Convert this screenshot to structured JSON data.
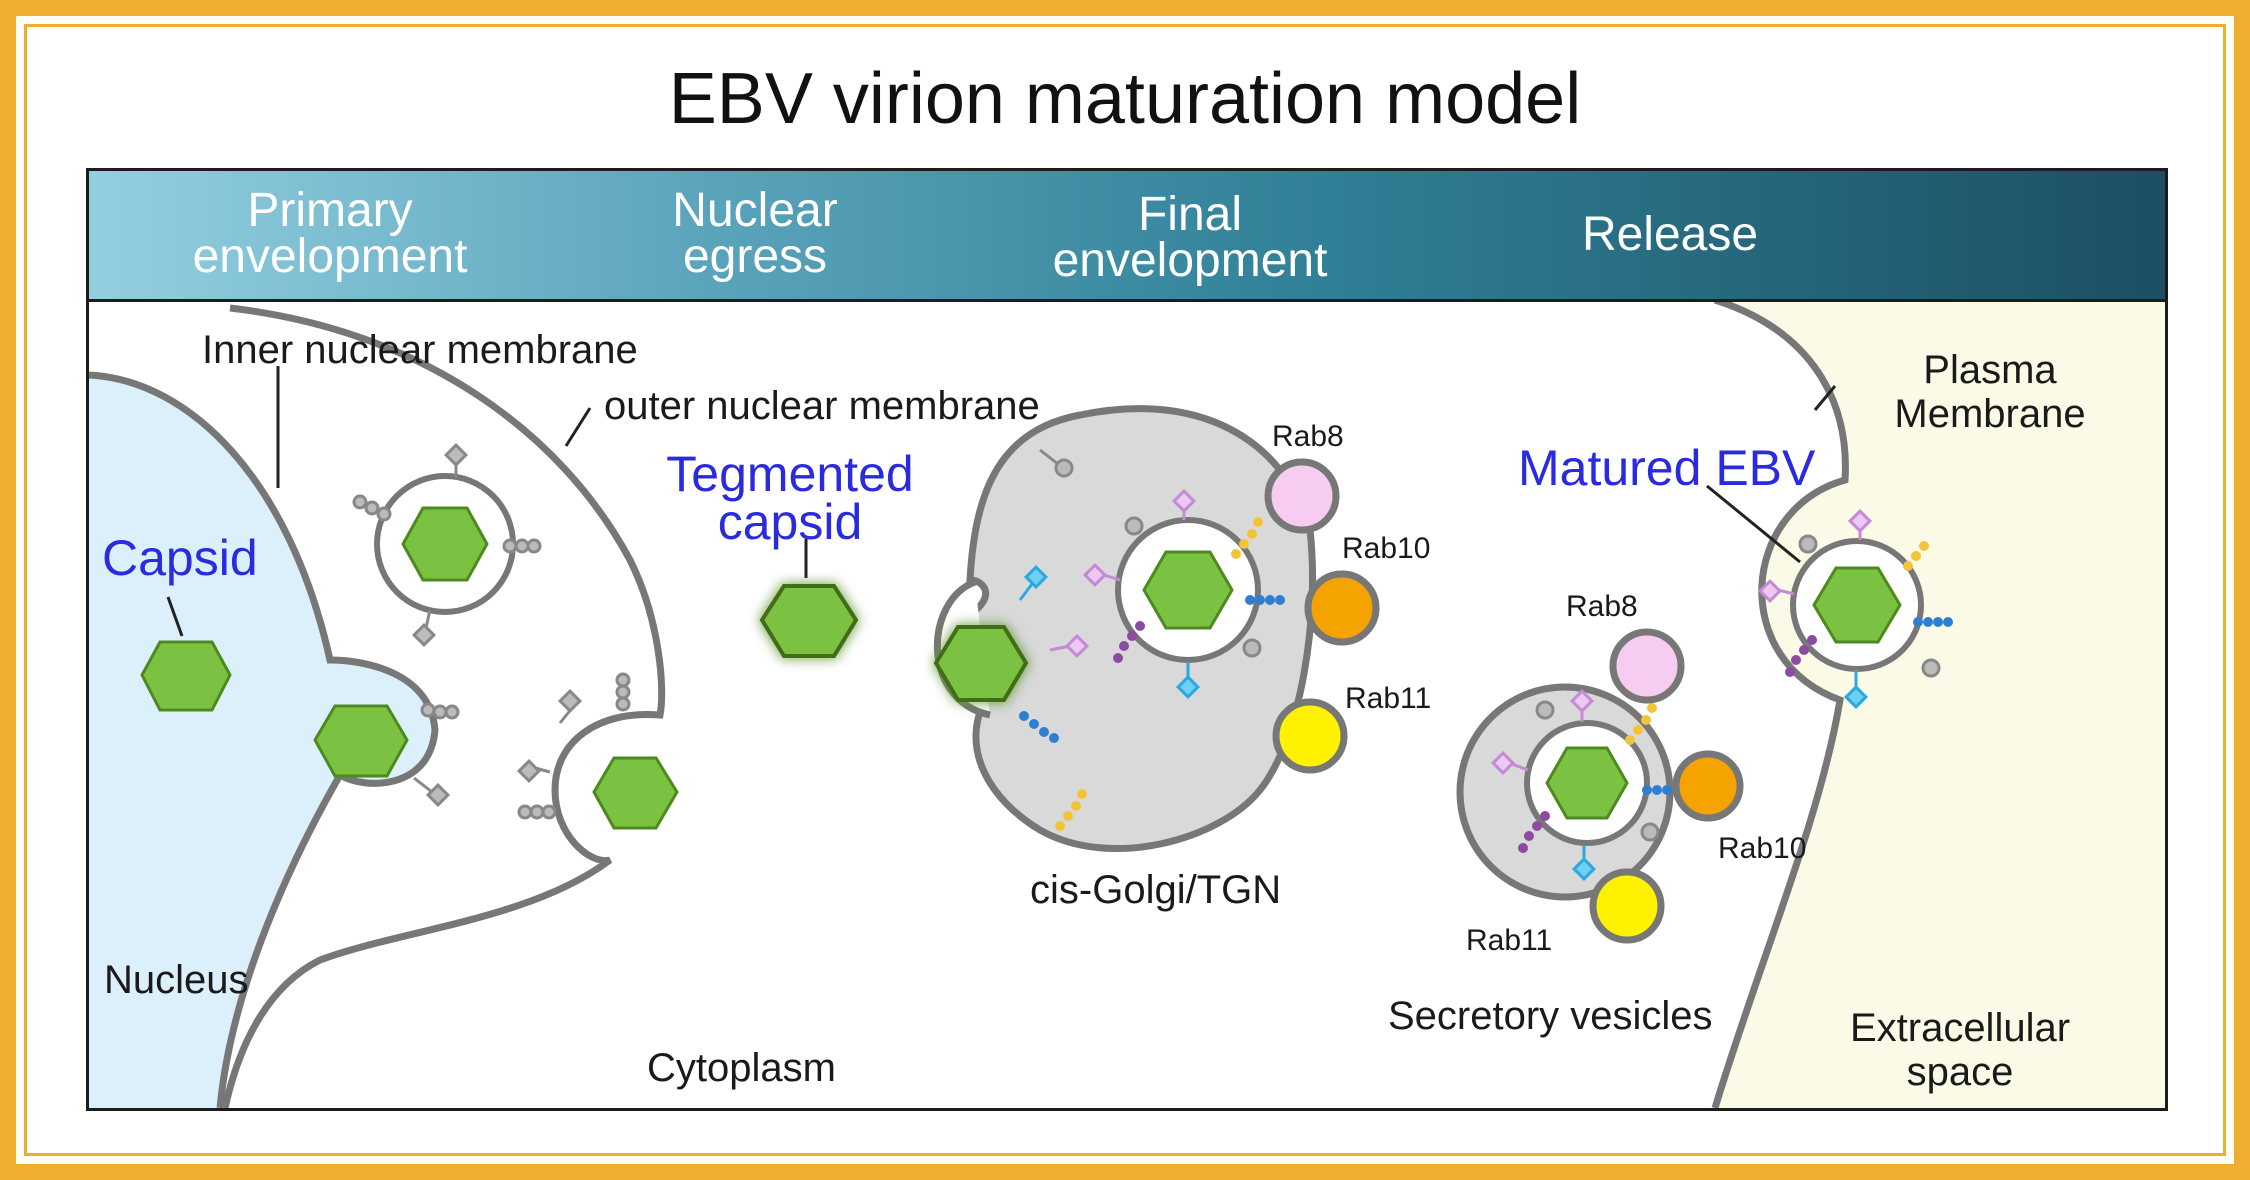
{
  "title": "EBV virion maturation model",
  "stages": [
    {
      "line1": "Primary",
      "line2": "envelopment"
    },
    {
      "line1": "Nuclear",
      "line2": "egress"
    },
    {
      "line1": "Final",
      "line2": "envelopment"
    },
    {
      "line1": "Release",
      "line2": ""
    }
  ],
  "labels": {
    "inner_nuclear_membrane": "Inner nuclear membrane",
    "outer_nuclear_membrane": "outer nuclear membrane",
    "capsid": "Capsid",
    "tegmented_capsid_1": "Tegmented",
    "tegmented_capsid_2": "capsid",
    "nucleus": "Nucleus",
    "cytoplasm": "Cytoplasm",
    "golgi": "cis-Golgi/TGN",
    "secretory_vesicles": "Secretory vesicles",
    "matured_ebv": "Matured EBV",
    "plasma_membrane_1": "Plasma",
    "plasma_membrane_2": "Membrane",
    "extracellular_1": "Extracellular",
    "extracellular_2": "space",
    "golgi_rab8": "Rab8",
    "golgi_rab10": "Rab10",
    "golgi_rab11": "Rab11",
    "vesicle_rab8": "Rab8",
    "vesicle_rab10": "Rab10",
    "vesicle_rab11": "Rab11"
  },
  "colors": {
    "frame": "#eeae30",
    "nucleus": "#dcf0fc",
    "capsid_green": "#7cc242",
    "membrane_gray": "#777777",
    "golgi_fill": "#d9d9d9",
    "extracellular": "#fafae6",
    "rab8": "#f6cdf0",
    "rab10": "#f4a300",
    "rab11": "#fff200",
    "label_blue": "#2a2ae0"
  }
}
